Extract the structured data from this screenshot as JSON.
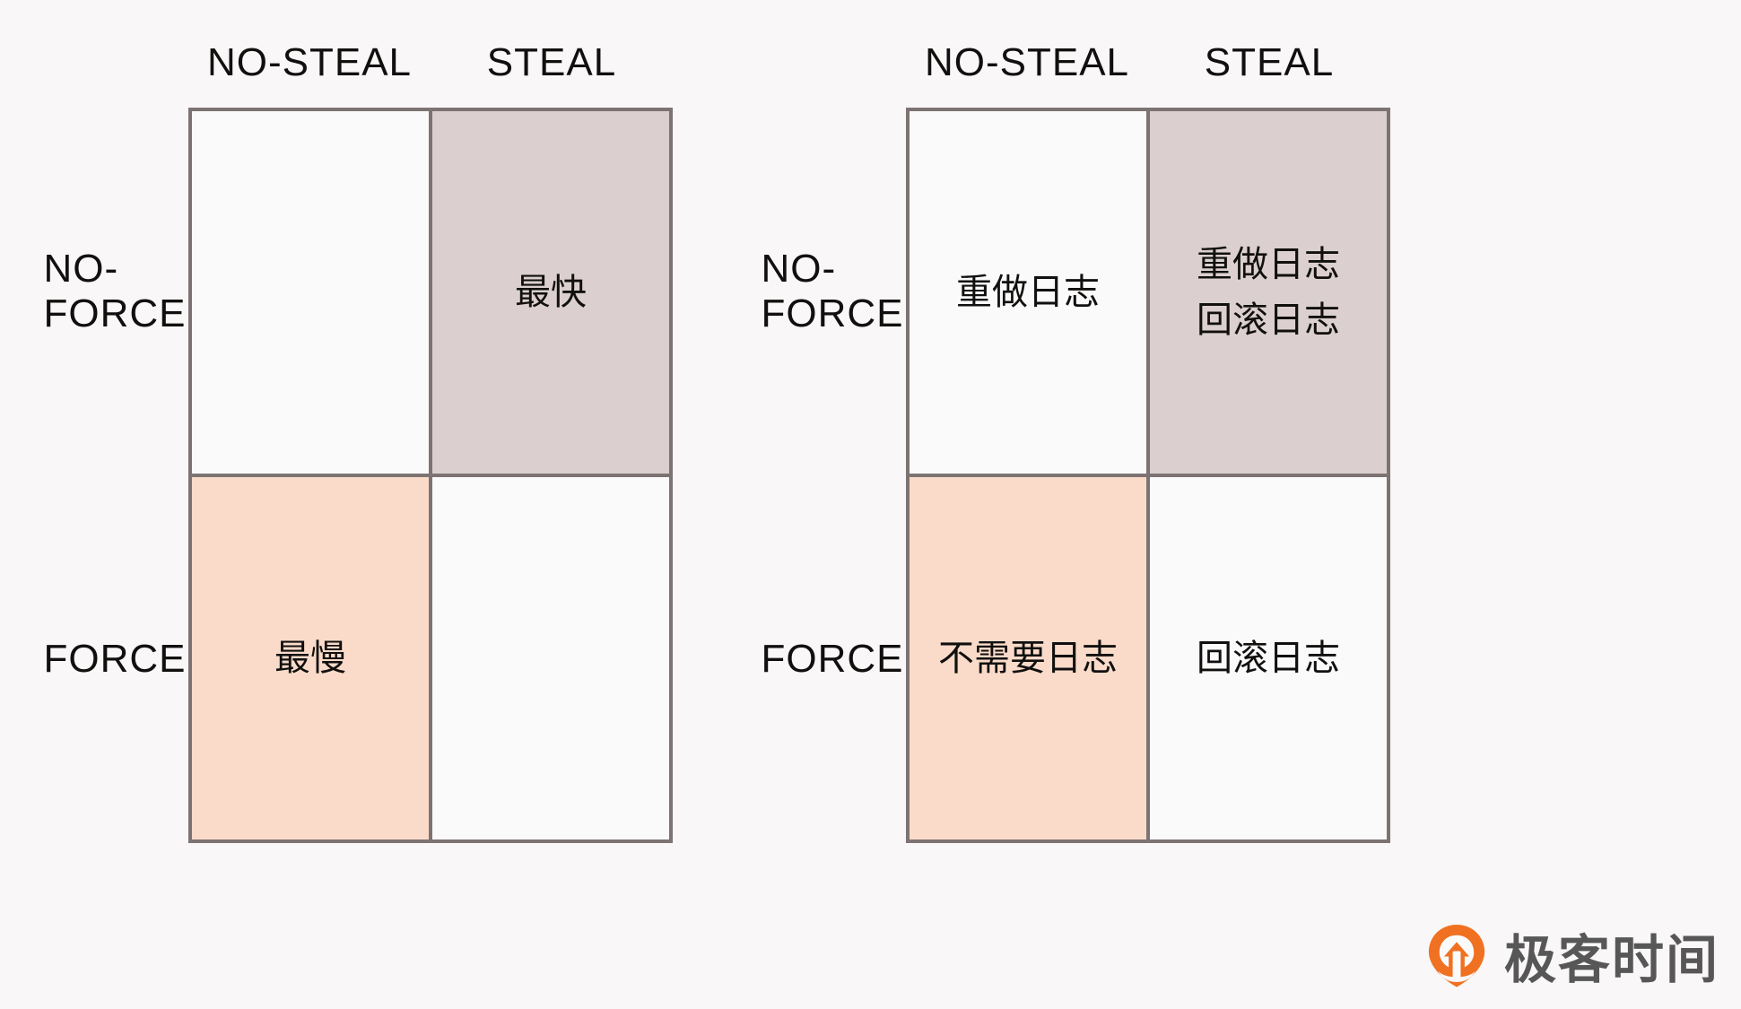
{
  "background_color": "#f9f7f7",
  "border_color": "#7d7373",
  "text_color": "#11100f",
  "fill_colors": {
    "mauve": "#dbd0cf",
    "peach": "#fadbc9",
    "plain": "#fbfafa"
  },
  "matrices": [
    {
      "id": "performance-matrix",
      "columns": [
        "NO-STEAL",
        "STEAL"
      ],
      "rows": [
        "NO-FORCE",
        "FORCE"
      ],
      "cells": [
        {
          "row": "NO-FORCE",
          "col": "NO-STEAL",
          "lines": [],
          "fill": "plain"
        },
        {
          "row": "NO-FORCE",
          "col": "STEAL",
          "lines": [
            "最快"
          ],
          "fill": "mauve"
        },
        {
          "row": "FORCE",
          "col": "NO-STEAL",
          "lines": [
            "最慢"
          ],
          "fill": "peach"
        },
        {
          "row": "FORCE",
          "col": "STEAL",
          "lines": [],
          "fill": "plain"
        }
      ]
    },
    {
      "id": "logging-matrix",
      "columns": [
        "NO-STEAL",
        "STEAL"
      ],
      "rows": [
        "NO-FORCE",
        "FORCE"
      ],
      "cells": [
        {
          "row": "NO-FORCE",
          "col": "NO-STEAL",
          "lines": [
            "重做日志"
          ],
          "fill": "plain"
        },
        {
          "row": "NO-FORCE",
          "col": "STEAL",
          "lines": [
            "重做日志",
            "回滚日志"
          ],
          "fill": "mauve"
        },
        {
          "row": "FORCE",
          "col": "NO-STEAL",
          "lines": [
            "不需要日志"
          ],
          "fill": "peach"
        },
        {
          "row": "FORCE",
          "col": "STEAL",
          "lines": [
            "回滚日志"
          ],
          "fill": "plain"
        }
      ]
    }
  ],
  "logo": {
    "text": "极客时间",
    "icon": "geektime-pin-icon",
    "icon_color": "#f07121",
    "text_color": "#575757"
  }
}
